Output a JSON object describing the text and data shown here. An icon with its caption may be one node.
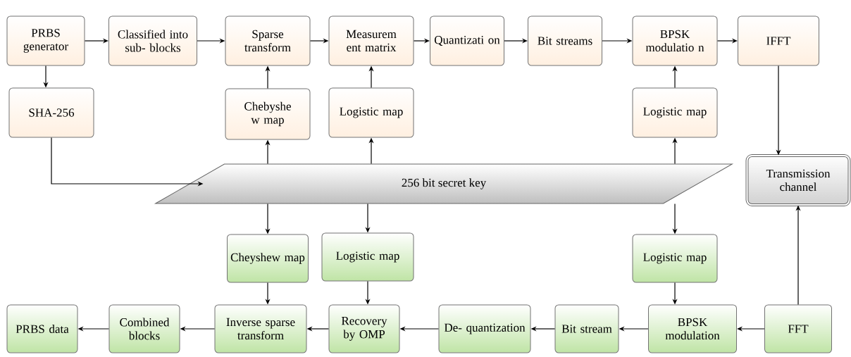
{
  "diagram": {
    "nodes": [
      {
        "text": [
          "PRBS generator"
        ]
      },
      {
        "text": [
          "Classified into sub- blocks"
        ]
      },
      {
        "text": [
          "Sparse transform"
        ]
      },
      {
        "text": [
          "Measurem ent matrix"
        ]
      },
      {
        "text": [
          "Quantizati on"
        ]
      },
      {
        "text": [
          "Bit streams"
        ]
      },
      {
        "text": [
          "BPSK modulatio n"
        ]
      },
      {
        "text": [
          "IFFT"
        ]
      },
      {
        "text": [
          "SHA-256"
        ]
      },
      {
        "text": [
          "Chebyshe w map"
        ]
      },
      {
        "text": [
          "Logistic map"
        ]
      },
      {
        "text": [
          "Logistic map"
        ]
      },
      {
        "text": [
          "256 bit secret key"
        ]
      },
      {
        "text": [
          "Transmission channel"
        ]
      },
      {
        "text": [
          "Cheyshew map"
        ]
      },
      {
        "text": [
          "Logistic map"
        ]
      },
      {
        "text": [
          "Logistic map"
        ]
      },
      {
        "text": [
          "PRBS data"
        ]
      },
      {
        "text": [
          "Combined blocks"
        ]
      },
      {
        "text": [
          "Inverse sparse transform"
        ]
      },
      {
        "text": [
          "Recovery by OMP"
        ]
      },
      {
        "text": [
          "De- quantization"
        ]
      },
      {
        "text": [
          "Bit stream"
        ]
      },
      {
        "text": [
          "BPSK modulation"
        ]
      },
      {
        "text": [
          "FFT"
        ]
      }
    ],
    "edges": [
      {
        "from": 0,
        "to": 1,
        "arrow": "to"
      },
      {
        "from": 1,
        "to": 2,
        "arrow": "to"
      },
      {
        "from": 2,
        "to": 3,
        "arrow": "to"
      },
      {
        "from": 3,
        "to": 4,
        "arrow": "to"
      },
      {
        "from": 4,
        "to": 5,
        "arrow": "to"
      },
      {
        "from": 5,
        "to": 6,
        "arrow": "to"
      },
      {
        "from": 6,
        "to": 7,
        "arrow": "to"
      },
      {
        "from": 0,
        "to": 8,
        "arrow": "to"
      },
      {
        "from": 8,
        "to": 12,
        "arrow": "to"
      },
      {
        "from": 12,
        "to": 9,
        "arrow": "to"
      },
      {
        "from": 9,
        "to": 2,
        "arrow": "to"
      },
      {
        "from": 12,
        "to": 10,
        "arrow": "to"
      },
      {
        "from": 10,
        "to": 3,
        "arrow": "to"
      },
      {
        "from": 12,
        "to": 11,
        "arrow": "to"
      },
      {
        "from": 11,
        "to": 6,
        "arrow": "to"
      },
      {
        "from": 7,
        "to": 13,
        "arrow": "to"
      },
      {
        "from": 24,
        "to": 13,
        "arrow": "to"
      },
      {
        "from": 12,
        "to": 14,
        "arrow": "to"
      },
      {
        "from": 12,
        "to": 15,
        "arrow": "to"
      },
      {
        "from": 12,
        "to": 16,
        "arrow": "to"
      },
      {
        "from": 14,
        "to": 19,
        "arrow": "to"
      },
      {
        "from": 15,
        "to": 20,
        "arrow": "to"
      },
      {
        "from": 16,
        "to": 23,
        "arrow": "to"
      },
      {
        "from": 24,
        "to": 23,
        "arrow": "to"
      },
      {
        "from": 23,
        "to": 22,
        "arrow": "to"
      },
      {
        "from": 22,
        "to": 21,
        "arrow": "to"
      },
      {
        "from": 21,
        "to": 20,
        "arrow": "to"
      },
      {
        "from": 20,
        "to": 19,
        "arrow": "to"
      },
      {
        "from": 19,
        "to": 18,
        "arrow": "to"
      },
      {
        "from": 18,
        "to": 17,
        "arrow": "to"
      }
    ]
  }
}
